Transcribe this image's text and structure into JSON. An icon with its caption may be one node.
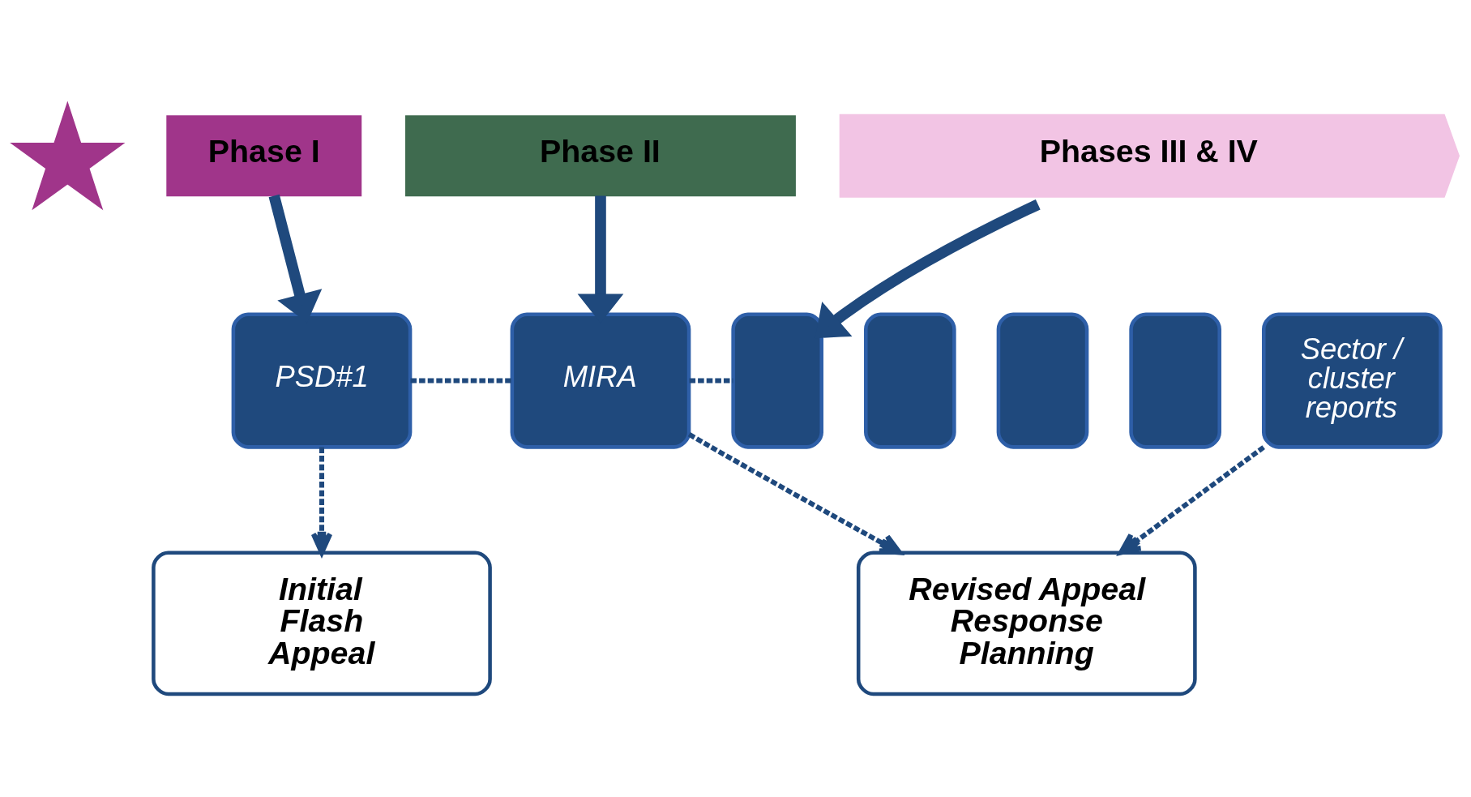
{
  "diagram": {
    "nodes": [
      {
        "text": [],
        "shape": "star"
      },
      {
        "text": [
          "Phase I"
        ]
      },
      {
        "text": [
          "Phase II"
        ]
      },
      {
        "text": [
          "Phases III & IV"
        ]
      },
      {
        "text": [
          "PSD#1"
        ]
      },
      {
        "text": [
          "MIRA"
        ]
      },
      {
        "text": [],
        "shape": "box"
      },
      {
        "text": [],
        "shape": "box"
      },
      {
        "text": [],
        "shape": "box"
      },
      {
        "text": [],
        "shape": "box"
      },
      {
        "text": [
          "Sector / cluster reports"
        ]
      },
      {
        "text": [
          "Initial Flash Appeal"
        ]
      },
      {
        "text": [
          "Revised Appeal Response Planning"
        ]
      }
    ],
    "edges": [
      {
        "from": 1,
        "to": 4,
        "arrow": "to",
        "style": "thick"
      },
      {
        "from": 2,
        "to": 5,
        "arrow": "to",
        "style": "thick"
      },
      {
        "from": 3,
        "to": 6,
        "arrow": "to",
        "style": "thick"
      },
      {
        "from": 4,
        "to": 5,
        "arrow": "none",
        "style": "dashed"
      },
      {
        "from": 5,
        "to": 6,
        "arrow": "none",
        "style": "dashed"
      },
      {
        "from": 4,
        "to": 11,
        "arrow": "to",
        "style": "dashed"
      },
      {
        "from": 5,
        "to": 12,
        "arrow": "to",
        "style": "dashed"
      },
      {
        "from": 10,
        "to": 12,
        "arrow": "to",
        "style": "dashed"
      }
    ]
  }
}
